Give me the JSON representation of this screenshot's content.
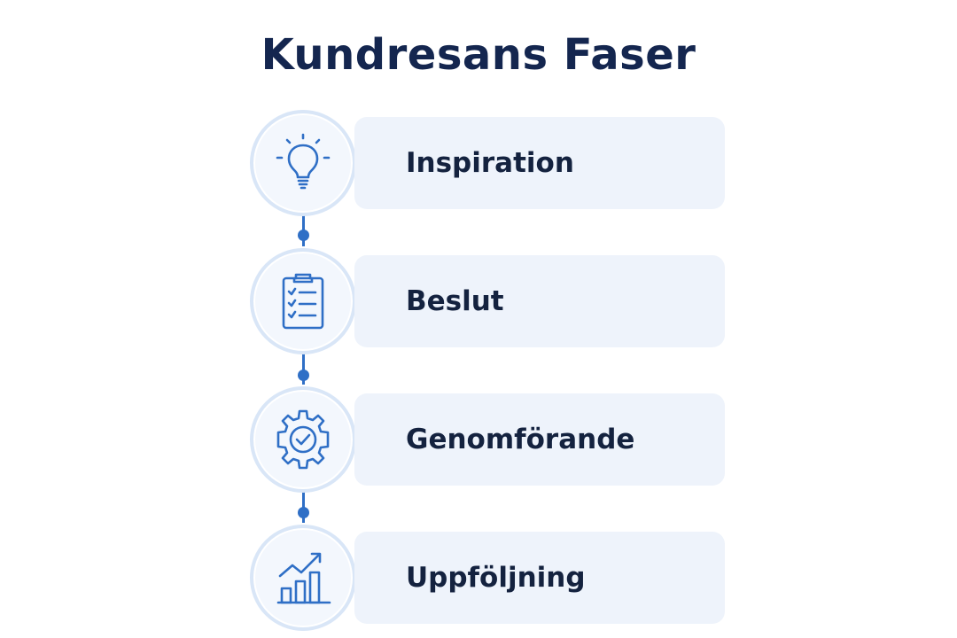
{
  "title": "Kundresans Faser",
  "steps": [
    {
      "label": "Inspiration",
      "icon": "lightbulb-icon"
    },
    {
      "label": "Beslut",
      "icon": "checklist-clipboard-icon"
    },
    {
      "label": "Genomförande",
      "icon": "gear-check-icon"
    },
    {
      "label": "Uppföljning",
      "icon": "growth-chart-icon"
    }
  ],
  "colors": {
    "title": "#14264f",
    "accent": "#2f6fc6",
    "card": "#eef3fb",
    "circle_border": "#d9e6f7"
  }
}
